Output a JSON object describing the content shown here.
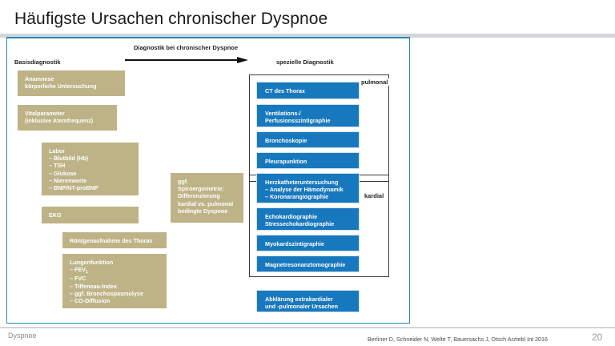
{
  "slide": {
    "title": "Häufigste Ursachen chronischer Dyspnoe",
    "accent_blue": "#1878be",
    "accent_tan": "#bdb386",
    "frame_border": "#2e86b8"
  },
  "header": {
    "left_column_label": "Basisdiagnostik",
    "right_column_label": "spezielle Diagnostik",
    "arrow_caption": "Diagnostik bei chronischer Dyspnoe"
  },
  "basis_boxes": [
    {
      "id": "anamnese",
      "text": "Anamnese\nkörperliche Untersuchung"
    },
    {
      "id": "vitalparameter",
      "text": "Vitalparameter\n(inklusive Atemfrequenz)"
    },
    {
      "id": "labor",
      "text": "Labor\n–  Blutbild (Hb)\n–  TSH\n–  Glukose\n–  Nierenwerte\n–  BNP/NT-proBNP"
    },
    {
      "id": "ekg",
      "text": "EKG"
    },
    {
      "id": "roentgen",
      "text": "Röntgenaufnahme des Thorax"
    },
    {
      "id": "lungenfunktion",
      "text": "Lungenfunktion\n–  FEV1\n–  FVC\n–  Tiffeneau-Index\n–  ggf. Bronchospasmolyse\n–  CO-Diffusion"
    }
  ],
  "middle_box": {
    "id": "spiroergometrie",
    "text": "ggf.\nSpiroergometrie:\nDifferenzierung\nkardial vs. pulmonal\nbedingte Dyspnoe"
  },
  "special_boxes": [
    {
      "id": "ct-thorax",
      "text": "CT des Thorax"
    },
    {
      "id": "ventilations-perfusionsszintigraphie",
      "text": "Ventilations-/\nPerfusionsszintigraphie"
    },
    {
      "id": "bronchoskopie",
      "text": "Bronchoskopie"
    },
    {
      "id": "pleurapunktion",
      "text": "Pleurapunktion"
    },
    {
      "id": "herzkatheteruntersuchung",
      "text": "Herzkatheteruntersuchung\n–  Analyse der Hämodynamik\n–  Koronarangiographie"
    },
    {
      "id": "echokardiographie",
      "text": "Echokardiographie\nStressechokardiographie"
    },
    {
      "id": "myokardszintigraphie",
      "text": "Myokardszintigraphie"
    },
    {
      "id": "magnetresonanztomographie",
      "text": "Magnetresonanztomographie"
    }
  ],
  "bottom_box": {
    "id": "abklaerung",
    "text": "Abklärung extrakardialer\nund -pulmonaler Ursachen"
  },
  "groups": [
    {
      "id": "pulmonal",
      "label": "pulmonal"
    },
    {
      "id": "kardial",
      "label": "kardial"
    }
  ],
  "footer": {
    "left": "Dyspnoe",
    "citation": "Berliner D, Schneider N, Welte T, Bauersachs J, Dtsch Arztebl Int 2016",
    "page": "20"
  }
}
